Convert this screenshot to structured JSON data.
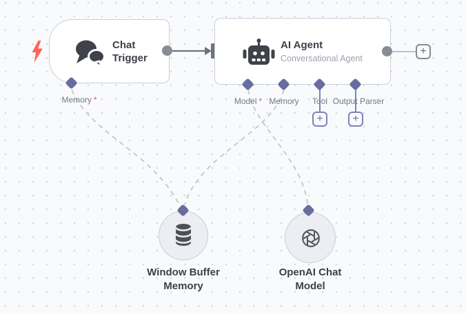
{
  "workflow": {
    "nodes": {
      "chat_trigger": {
        "title": "Chat Trigger",
        "ports": {
          "memory": {
            "label": "Memory",
            "required_mark": "*"
          }
        }
      },
      "ai_agent": {
        "title": "AI Agent",
        "subtitle": "Conversational Agent",
        "ports": {
          "model": {
            "label": "Model",
            "required_mark": "*"
          },
          "memory": {
            "label": "Memory"
          },
          "tool": {
            "label": "Tool"
          },
          "output_parser": {
            "label": "Output Parser"
          }
        }
      },
      "window_buffer_memory": {
        "label": "Window Buffer Memory"
      },
      "openai_chat_model": {
        "label": "OpenAI Chat Model"
      }
    },
    "buttons": {
      "add_next_node": "+",
      "add_tool": "+",
      "add_output_parser": "+"
    },
    "colors": {
      "canvas_bg": "#f9fafc",
      "grid_dot": "#d3d6e2",
      "node_border": "#c8cdd9",
      "node_bg": "#ffffff",
      "port_diamond": "#686c9f",
      "purple_accent": "#7d81b7",
      "required_asterisk": "#e4584e",
      "trigger_bolt": "#ff6553",
      "icon_dark": "#3f424a",
      "dashed_connection": "#c7cad4",
      "solid_connection": "#6f7278",
      "endpoint_gray": "#898c95"
    }
  }
}
